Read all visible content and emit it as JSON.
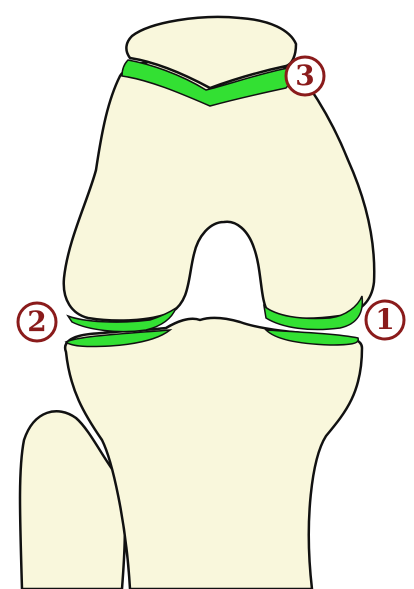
{
  "diagram": {
    "colors": {
      "bone_fill": "#f9f7dc",
      "cartilage": "#33e033",
      "outline": "#111111",
      "callout_ring": "#8a1b1b",
      "background": "#ffffff"
    },
    "parts": {
      "femur": "femur",
      "patella": "patella",
      "tibia": "tibia",
      "fibula": "fibula"
    },
    "callouts": [
      {
        "id": "1",
        "label": "1"
      },
      {
        "id": "2",
        "label": "2"
      },
      {
        "id": "3",
        "label": "3"
      }
    ]
  }
}
